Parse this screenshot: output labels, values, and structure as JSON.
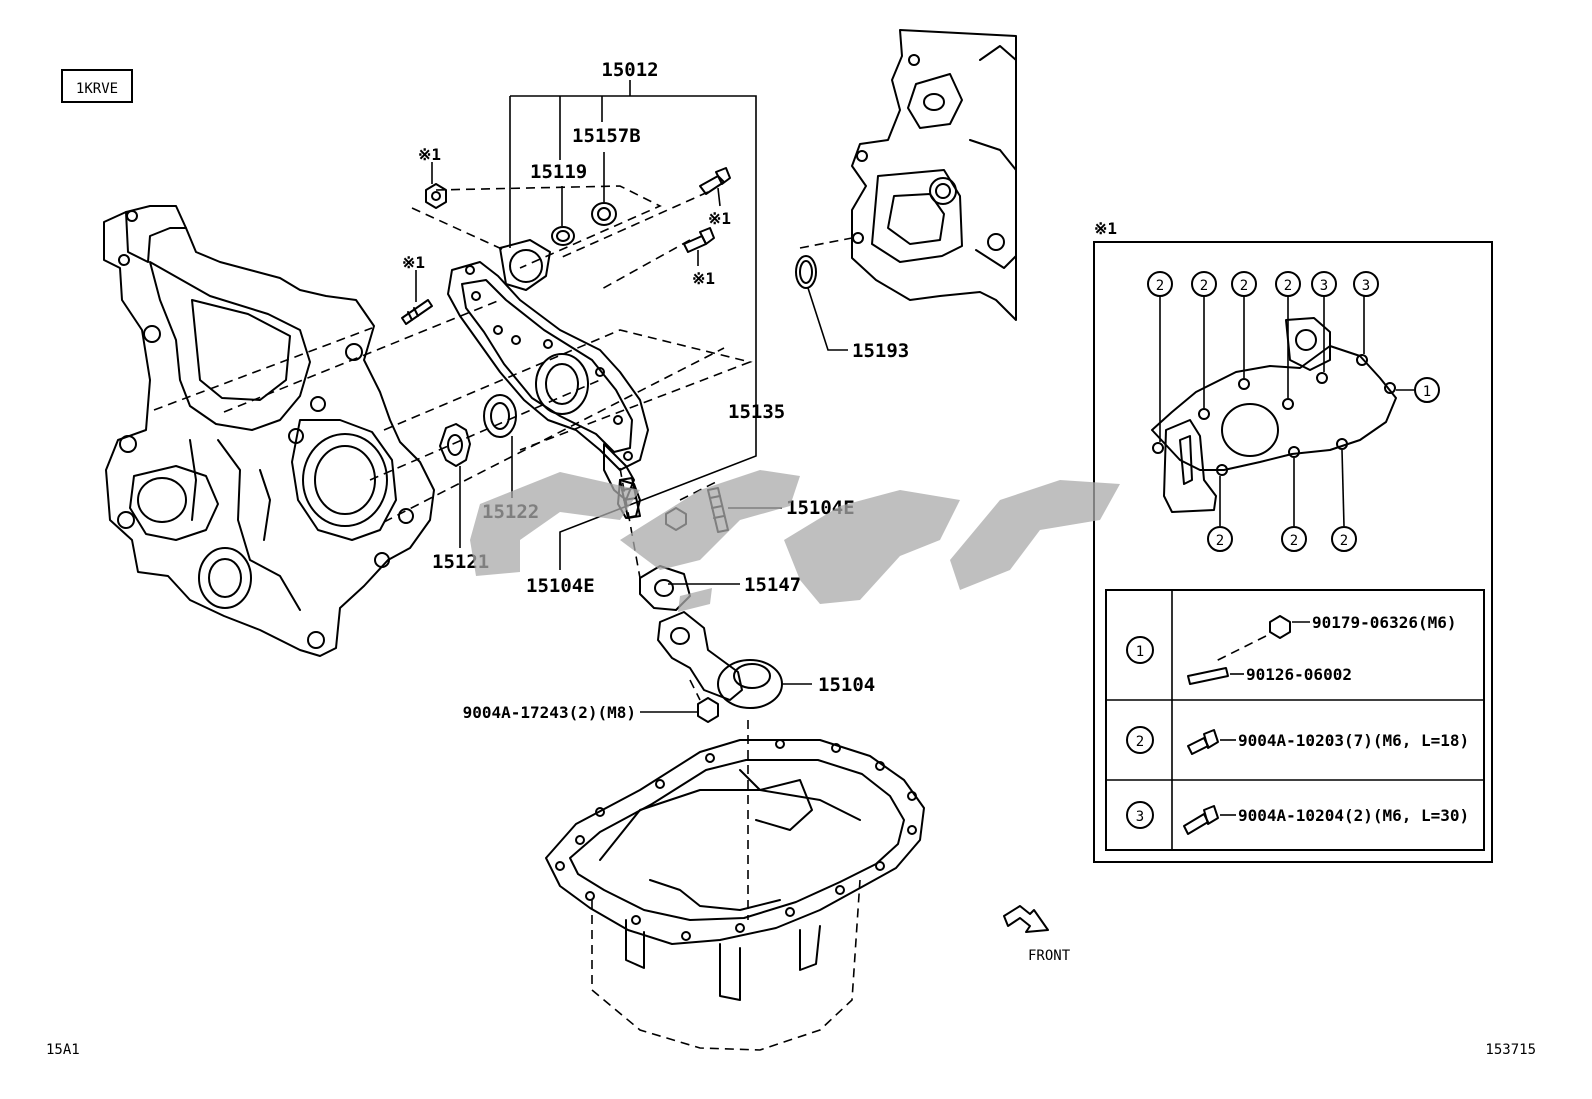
{
  "engine_code": "1KRVE",
  "diagram_code": "15A1",
  "illustration_number": "153715",
  "direction_label": "FRONT",
  "note_mark": "※1",
  "parts": {
    "p15012": "15012",
    "p15157B": "15157B",
    "p15119": "15119",
    "p15193": "15193",
    "p15135": "15135",
    "p15104E_right": "15104E",
    "p15104E_left": "15104E",
    "p15122": "15122",
    "p15121": "15121",
    "p15147": "15147",
    "p15104": "15104",
    "nut_spec": "9004A-17243(2)(M8)"
  },
  "inset": {
    "title": "※1",
    "circle_labels": [
      "2",
      "2",
      "2",
      "2",
      "3",
      "3",
      "1",
      "2",
      "2",
      "2"
    ],
    "rows": [
      {
        "symbol": "1",
        "parts": [
          "90179-06326(M6)",
          "90126-06002"
        ]
      },
      {
        "symbol": "2",
        "parts": [
          "9004A-10203(7)(M6, L=18)"
        ]
      },
      {
        "symbol": "3",
        "parts": [
          "9004A-10204(2)(M6, L=30)"
        ]
      }
    ]
  }
}
